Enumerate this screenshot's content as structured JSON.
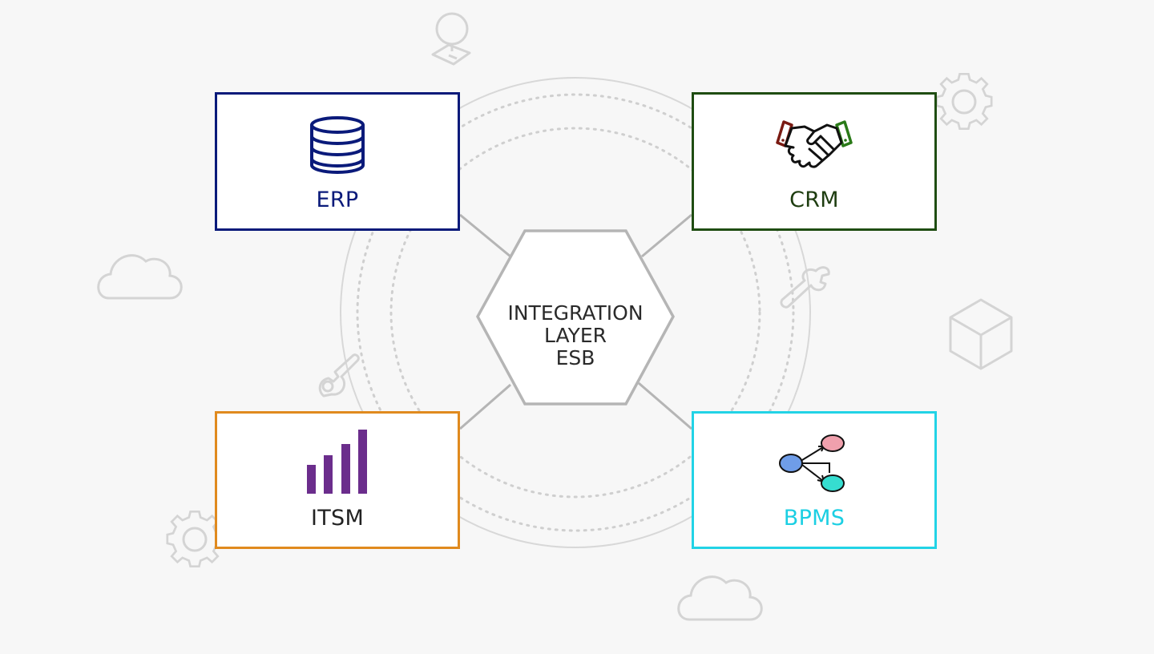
{
  "hub": {
    "lines": [
      "INTEGRATION",
      "LAYER",
      "ESB"
    ]
  },
  "nodes": {
    "erp": {
      "label": "ERP",
      "color": "#0a1a7a",
      "icon": "database-icon"
    },
    "crm": {
      "label": "CRM",
      "color": "#1f4d12",
      "icon": "handshake-icon"
    },
    "itsm": {
      "label": "ITSM",
      "color": "#e08a1e",
      "icon": "bar-chart-icon"
    },
    "bpms": {
      "label": "BPMS",
      "color": "#22d3e6",
      "icon": "process-flow-icon"
    }
  },
  "decorations": [
    "lightbulb-icon",
    "gear-icon",
    "cloud-icon",
    "wrench-icon",
    "cube-icon"
  ],
  "colors": {
    "background": "#f7f7f7",
    "hub_stroke": "#b5b5b5",
    "decor_stroke": "#d4d4d4"
  }
}
